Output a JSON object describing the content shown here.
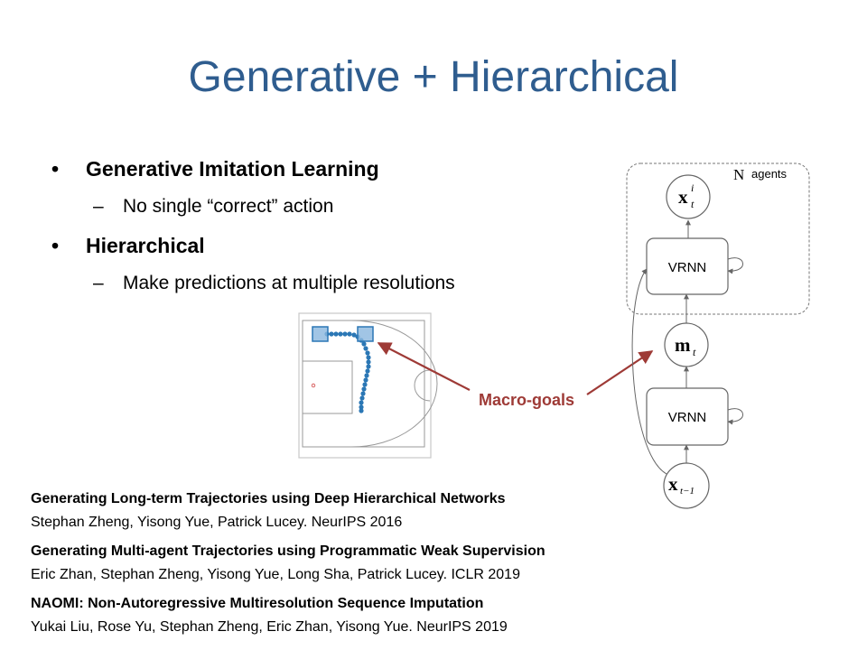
{
  "slide": {
    "title": "Generative + Hierarchical",
    "bullets": [
      {
        "label": "Generative Imitation Learning",
        "sub": "No single “correct” action"
      },
      {
        "label": "Hierarchical",
        "sub": "Make predictions at multiple resolutions"
      }
    ],
    "callout": "Macro-goals",
    "diagram": {
      "plate_symbol": "N",
      "plate_label": "agents",
      "node_top": "x",
      "node_top_sub": "t",
      "node_top_sup": "i",
      "vrnn_label": "VRNN",
      "macro_node": "m",
      "macro_sub": "t",
      "input_node": "x",
      "input_sub": "t−1"
    },
    "references": [
      {
        "title": "Generating Long-term Trajectories using Deep Hierarchical Networks",
        "authors": "Stephan Zheng, Yisong Yue, Patrick Lucey.  NeurIPS 2016"
      },
      {
        "title": "Generating Multi-agent Trajectories using Programmatic Weak Supervision",
        "authors": "Eric Zhan, Stephan Zheng, Yisong Yue, Long Sha, Patrick Lucey. ICLR 2019"
      },
      {
        "title": "NAOMI: Non-Autoregressive Multiresolution Sequence Imputation",
        "authors": "Yukai Liu, Rose Yu, Stephan Zheng, Eric Zhan, Yisong Yue. NeurIPS 2019"
      }
    ],
    "colors": {
      "title": "#2f5d8f",
      "callout": "#9e3a36",
      "trajectory": "#2b77b5"
    }
  }
}
